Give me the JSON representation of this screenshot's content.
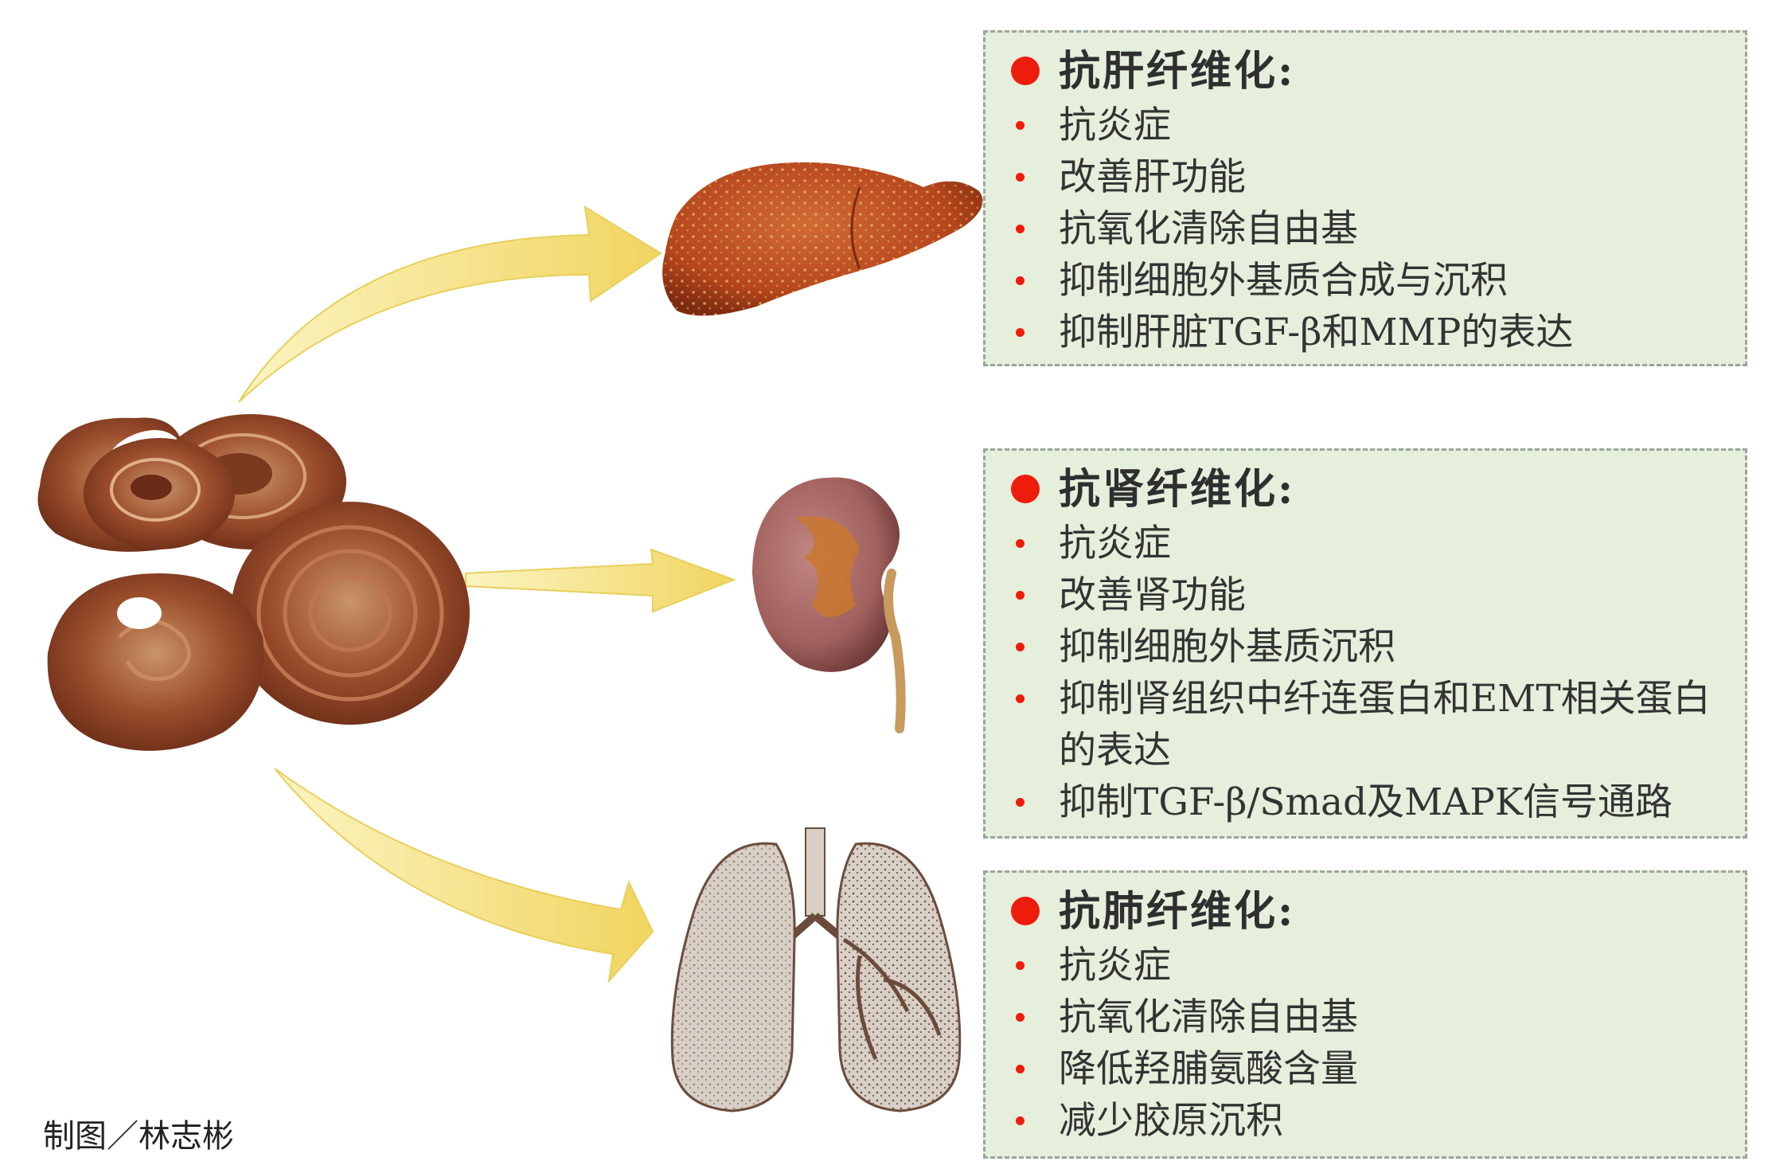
{
  "colors": {
    "box_bg": "#e5efdc",
    "box_border": "#9aa69a",
    "bullet": "#ee1c0c",
    "arrow": "#f4e07a",
    "mushroom": "#9c4e2c",
    "liver": "#b4461c",
    "kidney": "#a8625f",
    "lung": "#d8cfc6"
  },
  "icons": {
    "mushroom": "reishi-mushroom-icon",
    "liver": "liver-icon",
    "kidney": "kidney-icon",
    "lungs": "lungs-icon",
    "arrow": "yellow-curved-arrow-icon"
  },
  "sections": [
    {
      "title": "抗肝纤维化:",
      "items": [
        "抗炎症",
        "改善肝功能",
        "抗氧化清除自由基",
        "抑制细胞外基质合成与沉积",
        "抑制肝脏TGF-β和MMP的表达"
      ]
    },
    {
      "title": "抗肾纤维化:",
      "items": [
        "抗炎症",
        "改善肾功能",
        "抑制细胞外基质沉积",
        "抑制肾组织中纤连蛋白和EMT相关蛋白的表达",
        "抑制TGF-β/Smad及MAPK信号通路"
      ]
    },
    {
      "title": "抗肺纤维化:",
      "items": [
        "抗炎症",
        "抗氧化清除自由基",
        "降低羟脯氨酸含量",
        "减少胶原沉积"
      ]
    }
  ],
  "credit": "制图／林志彬"
}
